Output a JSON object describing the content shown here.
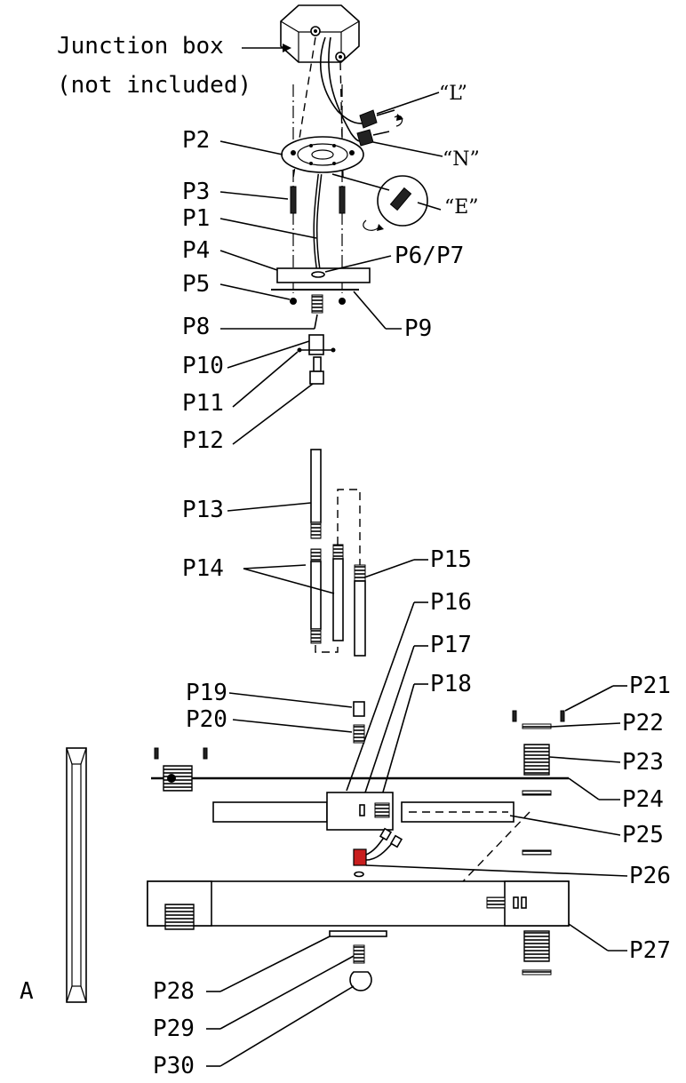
{
  "title_note": {
    "junction_box_line1": "Junction box",
    "junction_box_line2": "(not included)"
  },
  "wire_labels": {
    "live": "“L”",
    "neutral": "“N”",
    "earth": "“E”"
  },
  "parts": {
    "p1": "P1",
    "p2": "P2",
    "p3": "P3",
    "p4": "P4",
    "p5": "P5",
    "p6_p7": "P6/P7",
    "p8": "P8",
    "p9": "P9",
    "p10": "P10",
    "p11": "P11",
    "p12": "P12",
    "p13": "P13",
    "p14": "P14",
    "p15": "P15",
    "p16": "P16",
    "p17": "P17",
    "p18": "P18",
    "p19": "P19",
    "p20": "P20",
    "p21": "P21",
    "p22": "P22",
    "p23": "P23",
    "p24": "P24",
    "p25": "P25",
    "p26": "P26",
    "p27": "P27",
    "p28": "P28",
    "p29": "P29",
    "p30": "P30"
  },
  "detail_label": "A"
}
